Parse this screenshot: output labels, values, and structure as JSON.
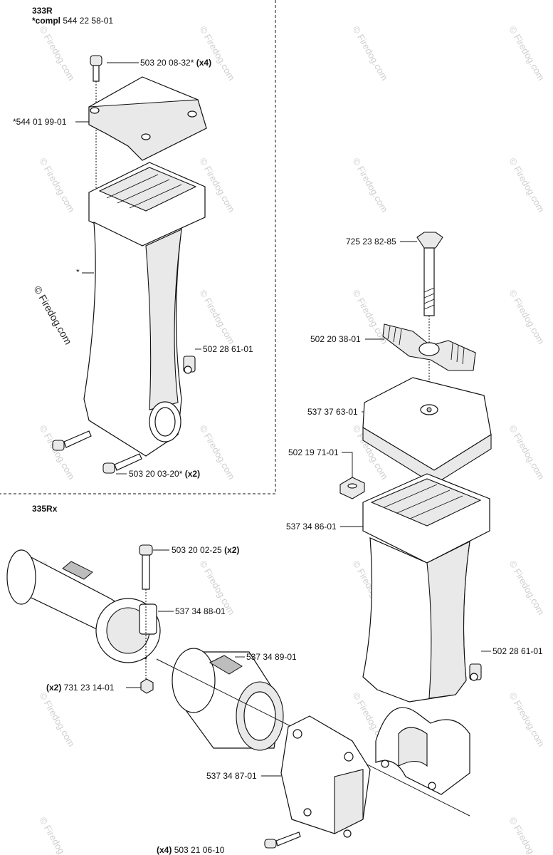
{
  "sections": {
    "r333": {
      "title": "333R",
      "compl_prefix": "*compl",
      "compl_number": "544 22 58-01"
    },
    "rx335": {
      "title": "335Rx"
    }
  },
  "parts": {
    "p_503_20_08_32": {
      "text": "503 20 08-32*",
      "qty": "(x4)"
    },
    "p_544_01_99_01": {
      "text": "*544 01 99-01"
    },
    "p_asterisk": {
      "text": "*"
    },
    "p_502_28_61_01_a": {
      "text": "502 28 61-01"
    },
    "p_503_20_03_20": {
      "text": "503 20 03-20*",
      "qty": "(x2)"
    },
    "p_725_23_82_85": {
      "text": "725 23 82-85"
    },
    "p_502_20_38_01": {
      "text": "502 20 38-01"
    },
    "p_537_37_63_01": {
      "text": "537 37 63-01"
    },
    "p_502_19_71_01": {
      "text": "502 19 71-01"
    },
    "p_537_34_86_01": {
      "text": "537 34 86-01"
    },
    "p_503_20_02_25": {
      "text": "503 20 02-25",
      "qty": "(x2)"
    },
    "p_537_34_88_01": {
      "text": "537 34 88-01"
    },
    "p_537_34_89_01": {
      "text": "537 34 89-01"
    },
    "p_731_23_14_01": {
      "qty": "(x2)",
      "text": "731 23 14-01"
    },
    "p_502_28_61_01_b": {
      "text": "502 28 61-01"
    },
    "p_537_34_87_01": {
      "text": "537 34 87-01"
    },
    "p_503_21_06_10": {
      "qty": "(x4)",
      "text": "503 21 06-10"
    }
  },
  "watermark": {
    "text": "© Firedog.com"
  }
}
